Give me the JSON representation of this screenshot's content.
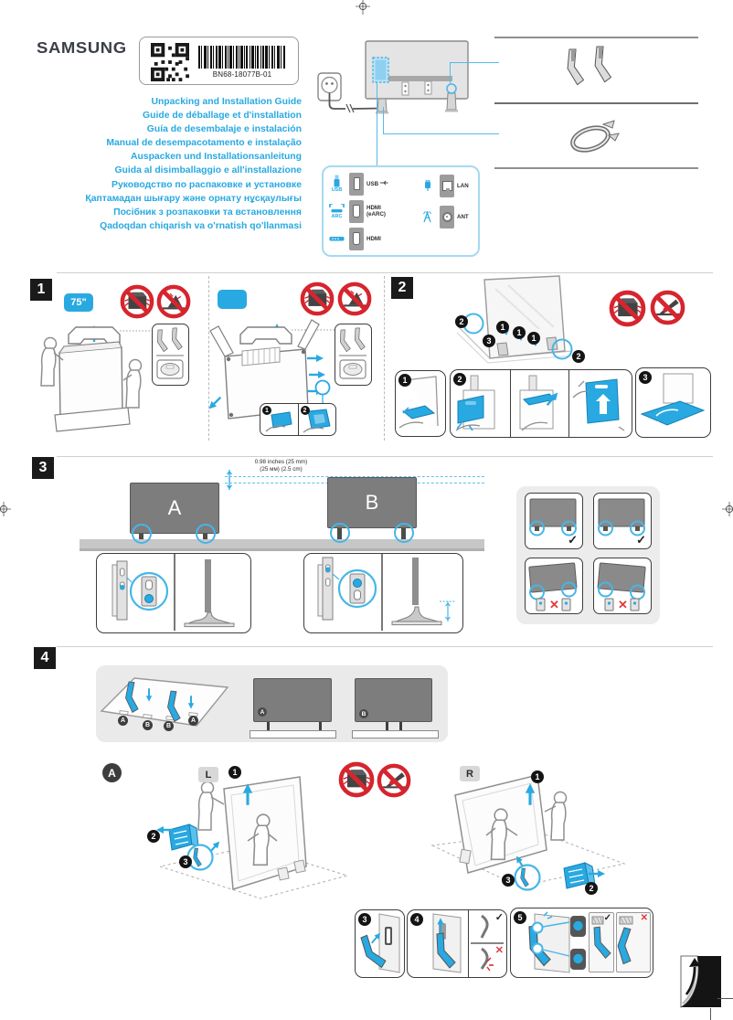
{
  "marks": {
    "check": "✓",
    "cross": "✕"
  },
  "header": {
    "brand": "SAMSUNG",
    "part_number": "BN68-18077B-01",
    "titles": [
      "Unpacking and Installation Guide",
      "Guide de déballage et d'installation",
      "Guía de desembalaje e instalación",
      "Manual de desempacotamento e instalação",
      "Auspacken und Installationsanleitung",
      "Guida al disimballaggio e all'installazione",
      "Руководство по распаковке и установке",
      "Қаптамадан шығару және орнату нұсқаулығы",
      "Посібник з розпаковки та встановлення",
      "Qadoqdan chiqarish va o'rnatish qo'llanmasi"
    ]
  },
  "connector_panel": {
    "rows_left": [
      {
        "caption": "USB",
        "label": "USB"
      },
      {
        "caption": "ARC",
        "label": "HDMI",
        "sublabel": "(eARC)"
      },
      {
        "caption": "",
        "label": "HDMI"
      }
    ],
    "rows_right": [
      {
        "label": "LAN"
      },
      {
        "label": "ANT"
      }
    ]
  },
  "s1": {
    "number": "1",
    "size_badge": "75\"",
    "steps": [
      "1",
      "2"
    ]
  },
  "s2": {
    "number": "2",
    "callouts": [
      "1",
      "2",
      "3"
    ],
    "steps": [
      "1",
      "2",
      "3"
    ]
  },
  "s3": {
    "number": "3",
    "measure1": "0.98 inches (25 mm)",
    "measure2": "(25 мм) (2.5 cm)",
    "tv_a": "A",
    "tv_b": "B"
  },
  "s4": {
    "number": "4",
    "slots": [
      "A",
      "B",
      "B",
      "A"
    ],
    "tv_a": "A",
    "tv_b": "B",
    "variant": "A",
    "left_badge": "L",
    "right_badge": "R",
    "steps": [
      "1",
      "2",
      "3"
    ],
    "bottom_steps": [
      "3",
      "4",
      "5"
    ]
  }
}
